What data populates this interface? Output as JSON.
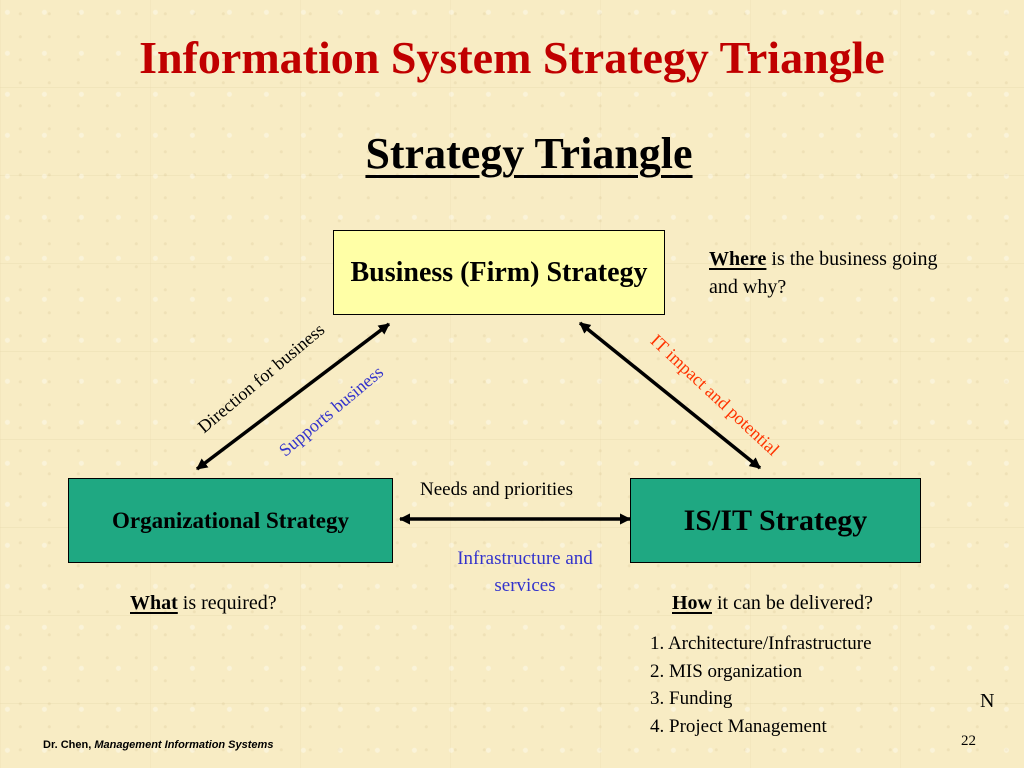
{
  "title": "Information System Strategy Triangle",
  "subtitle": "Strategy Triangle",
  "colors": {
    "title": "#c00000",
    "business_box": "#ffffa6",
    "strategy_boxes": "#1fa882",
    "blue_text": "#3333cc",
    "orange_text": "#ff3300"
  },
  "nodes": {
    "business": "Business (Firm) Strategy",
    "organizational": "Organizational Strategy",
    "isit": "IS/IT Strategy"
  },
  "questions": {
    "where_keyword": "Where",
    "where_rest": " is the business going and why?",
    "what_keyword": "What",
    "what_rest": " is required?",
    "how_keyword": "How",
    "how_rest": " it can be delivered?"
  },
  "edges": {
    "direction": "Direction for business",
    "supports": "Supports business",
    "it_impact": "IT impact and potential",
    "needs": "Needs and priorities",
    "infrastructure": "Infrastructure and services"
  },
  "how_list": [
    "1. Architecture/Infrastructure",
    "2. MIS organization",
    "3. Funding",
    "4. Project Management"
  ],
  "corner_mark": "N",
  "page_number": "22",
  "footer": {
    "author": "Dr. Chen, ",
    "course": "Management Information Systems"
  }
}
